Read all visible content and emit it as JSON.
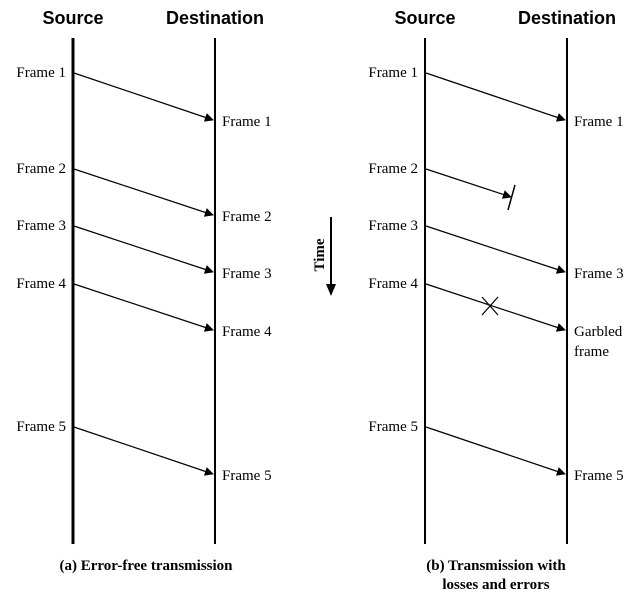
{
  "left": {
    "source_header": "Source",
    "destination_header": "Destination",
    "sent": [
      "Frame 1",
      "Frame 2",
      "Frame 3",
      "Frame 4",
      "Frame 5"
    ],
    "received": [
      "Frame 1",
      "Frame 2",
      "Frame 3",
      "Frame 4",
      "Frame 5"
    ],
    "caption": "(a) Error-free transmission"
  },
  "right": {
    "source_header": "Source",
    "destination_header": "Destination",
    "sent": [
      "Frame 1",
      "Frame 2",
      "Frame 3",
      "Frame 4",
      "Frame 5"
    ],
    "received": [
      "Frame 1",
      "Frame 3",
      "Garbled",
      "frame",
      "Frame 5"
    ],
    "caption_line1": "(b) Transmission with",
    "caption_line2": "losses and errors"
  },
  "time_label": "Time"
}
